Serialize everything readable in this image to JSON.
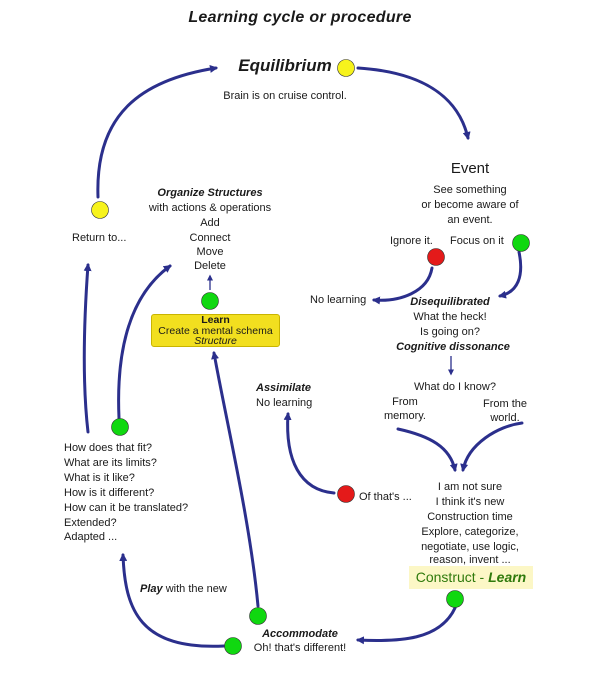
{
  "title": "Learning cycle or procedure",
  "equilibrium": {
    "heading": "Equilibrium",
    "desc": "Brain is on cruise control."
  },
  "event": {
    "heading": "Event",
    "desc": [
      "See something",
      "or become aware of",
      "an event."
    ],
    "ignore": "Ignore it.",
    "focus": "Focus on it",
    "no_learning": "No learning"
  },
  "disequilibrated": {
    "heading": "Disequilibrated",
    "lines": [
      "What the heck!",
      "Is going on?"
    ],
    "cognitive": "Cognitive dissonance"
  },
  "what_do_i_know": {
    "question": "What do I know?",
    "memory": [
      "From",
      "memory."
    ],
    "world": [
      "From the",
      "world."
    ]
  },
  "construction": {
    "lines": [
      "I am not sure",
      "I think it's new",
      "Construction time",
      "Explore, categorize,",
      "negotiate, use logic,",
      "reason, invent ..."
    ],
    "construct": "Construct - ",
    "learn": "Learn"
  },
  "assimilate": {
    "heading": "Assimilate",
    "desc": "No learning",
    "of_thats": "Of that's ..."
  },
  "accommodate": {
    "heading": "Accommodate",
    "desc": "Oh!  that's different!"
  },
  "play": {
    "bold": "Play",
    "rest": " with the new"
  },
  "questions": [
    "How does that fit?",
    "What are its limits?",
    "What is it like?",
    "How is it different?",
    "How can it be translated?",
    "Extended?",
    "Adapted ..."
  ],
  "return_to": "Return to...",
  "organize": {
    "heading": "Organize Structures",
    "lines": [
      "with actions & operations",
      "Add",
      "Connect",
      "Move",
      "Delete"
    ]
  },
  "learn_box": {
    "line1": "Learn",
    "line2": "Create a mental schema",
    "line3": "Structure"
  },
  "colors": {
    "arrow": "#2b2f8c",
    "go": "#10d810",
    "stop": "#e41a1a",
    "wait": "#f7f31c",
    "learn_box": "#f2df1f",
    "construct_box": "#fcf7c6",
    "construct_text": "#2f7a0c"
  }
}
